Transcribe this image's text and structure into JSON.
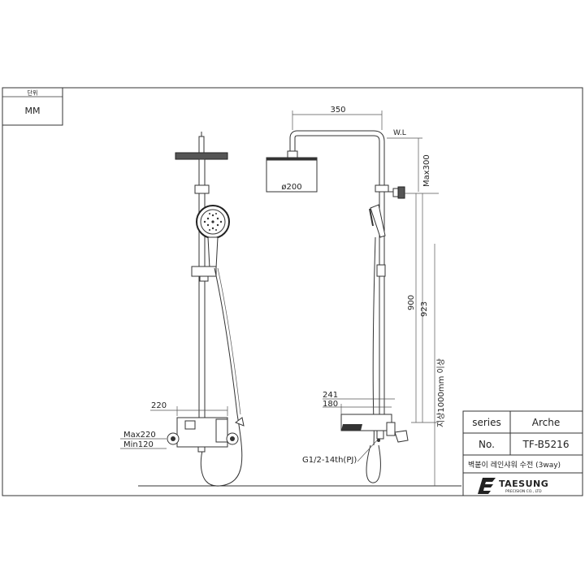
{
  "unit_box": {
    "header": "단위",
    "value": "MM"
  },
  "dimensions": {
    "arm_length": "350",
    "head_diameter": "ø200",
    "water_level": "W.L",
    "max_height": "Max300",
    "rail_length": "900",
    "total_height": "923",
    "floor_clearance": "지상1000mm 이상",
    "front_width": "220",
    "spread_max": "Max220",
    "spread_min": "Min120",
    "side_depth_1": "241",
    "side_depth_2": "180",
    "thread": "G1/2-14th(PJ)"
  },
  "title_block": {
    "series_label": "series",
    "series_value": "Arche",
    "no_label": "No.",
    "no_value": "TF-B5216",
    "description": "벽붙이 레인샤워 수전 (3way)",
    "brand": "TAESUNG",
    "brand_sub": "PRECISION CO., LTD"
  }
}
